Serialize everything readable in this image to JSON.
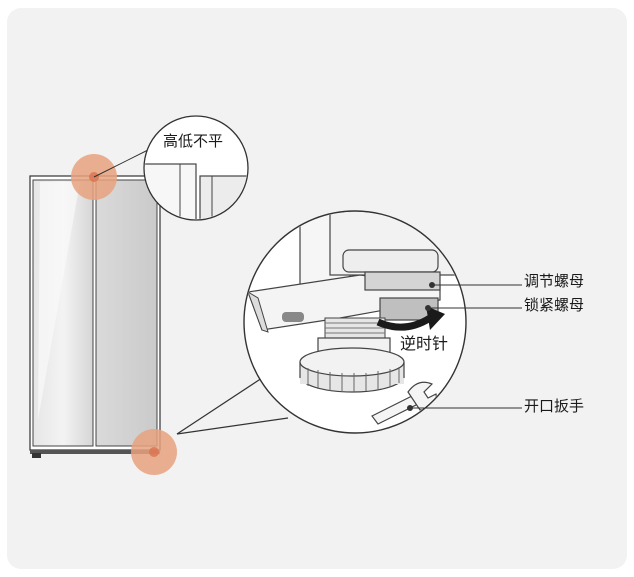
{
  "labels": {
    "uneven": "高低不平",
    "adjust_nut": "调节螺母",
    "lock_nut": "锁紧螺母",
    "counterclockwise": "逆时针",
    "wrench": "开口扳手"
  },
  "colors": {
    "background_card": "#f2f2f2",
    "highlight": "#e8a27e",
    "line": "#333333",
    "arrow": "#1a1a1a"
  }
}
